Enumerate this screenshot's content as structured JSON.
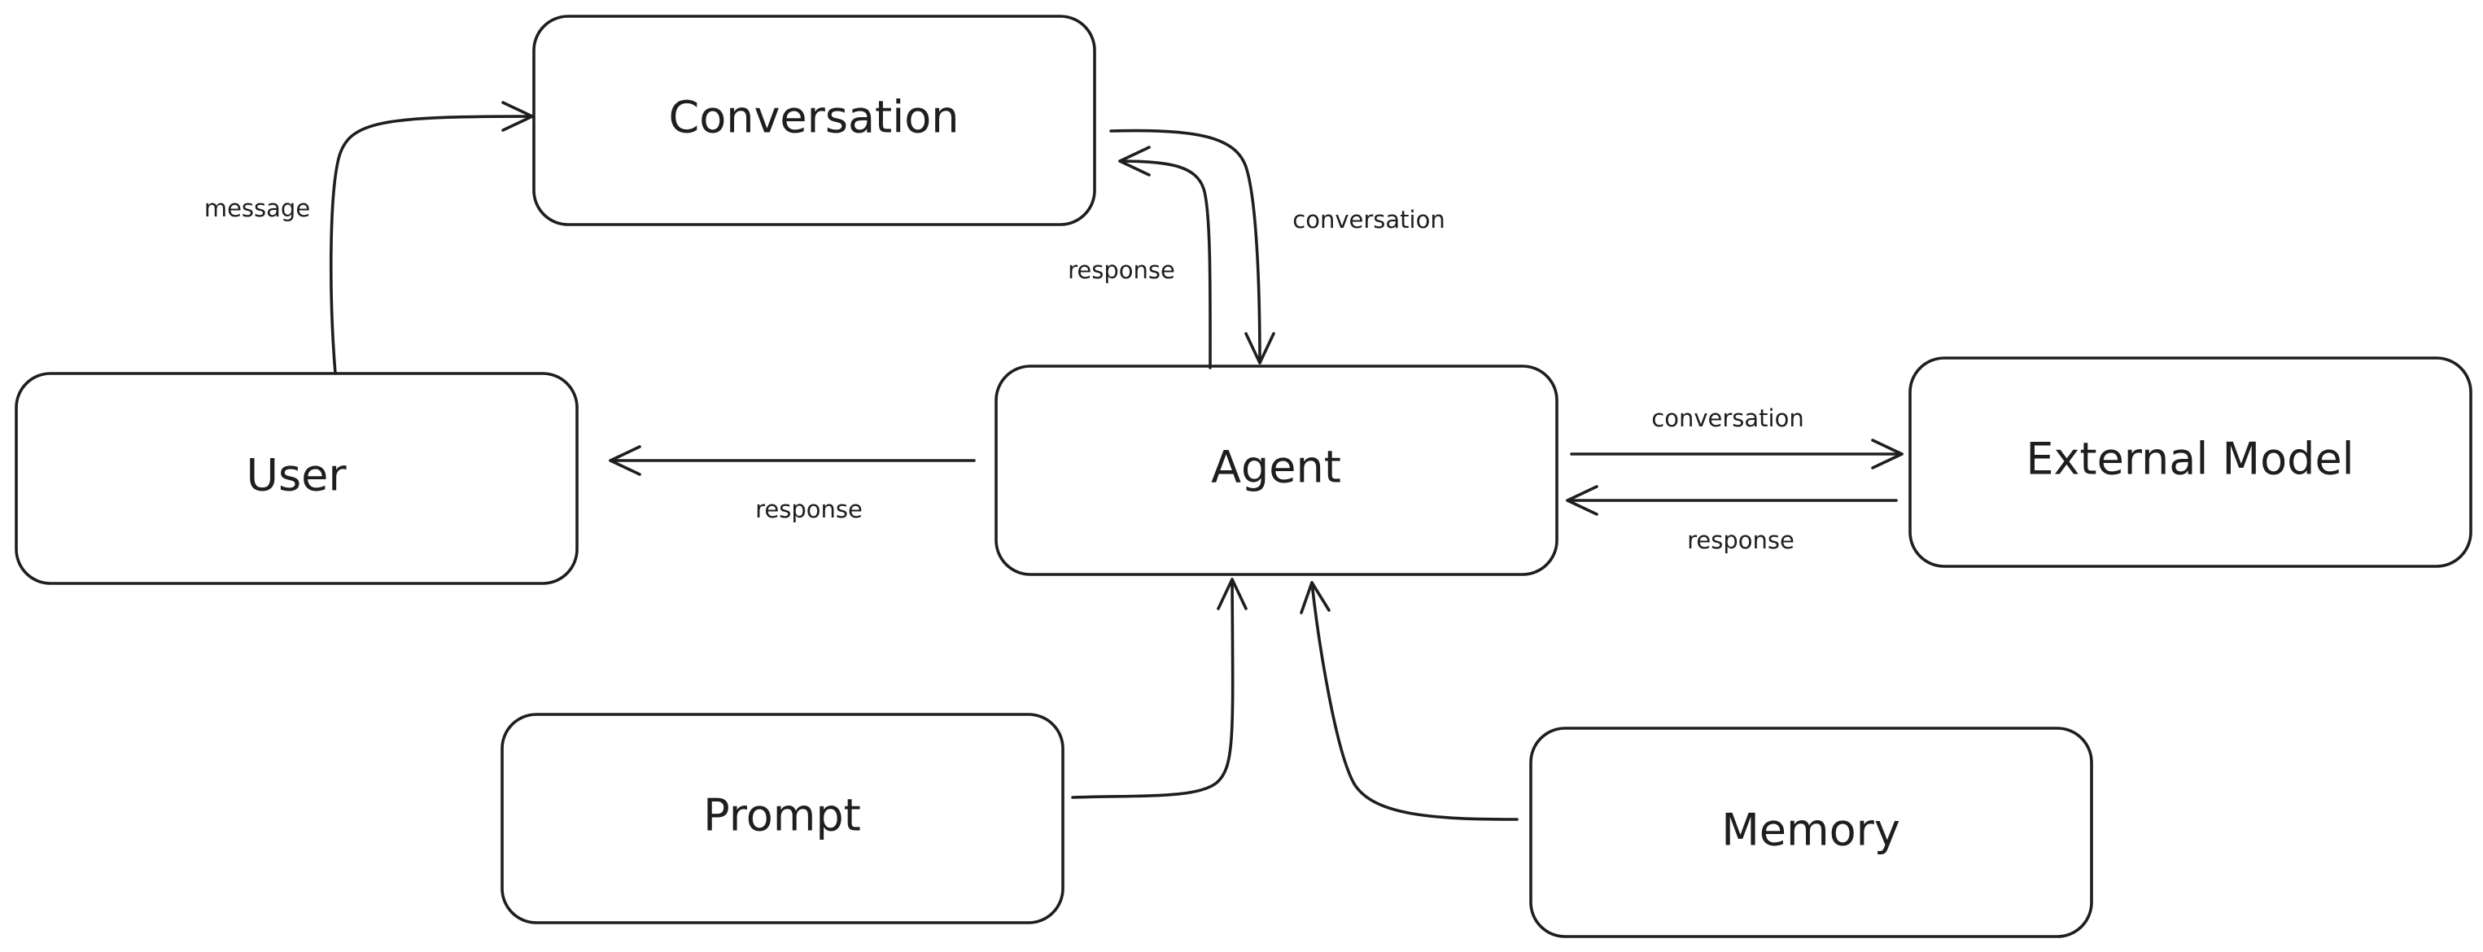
{
  "colors": {
    "stroke": "#1e1e1e",
    "background": "#ffffff"
  },
  "nodes": {
    "conversation": "Conversation",
    "user": "User",
    "agent": "Agent",
    "external_model": "External Model",
    "prompt": "Prompt",
    "memory": "Memory"
  },
  "edges": {
    "user_to_conversation": "message",
    "conversation_to_agent": "conversation",
    "agent_to_conversation": "response",
    "agent_to_user": "response",
    "agent_to_external_model": "conversation",
    "external_model_to_agent": "response",
    "prompt_to_agent": "",
    "memory_to_agent": ""
  }
}
